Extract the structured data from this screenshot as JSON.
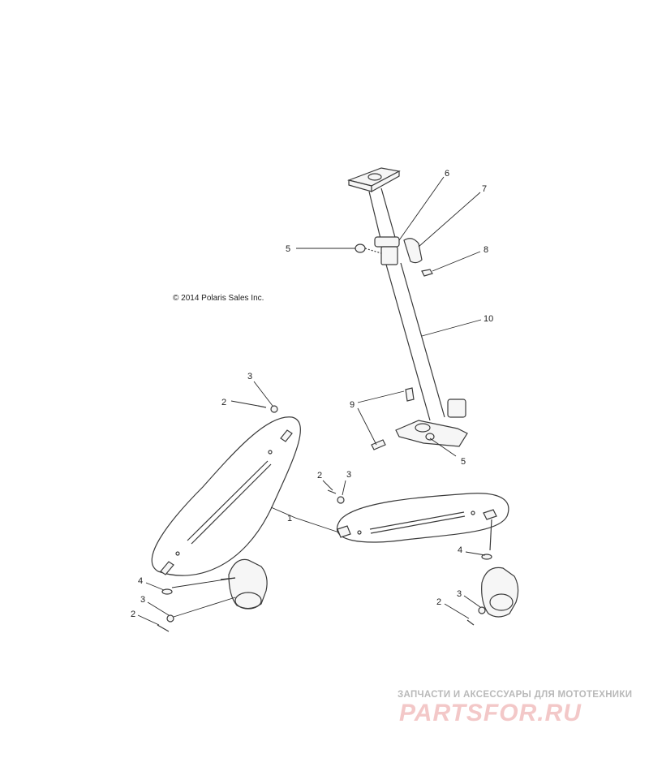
{
  "copyright": "© 2014 Polaris Sales Inc.",
  "callouts": {
    "c1": "1",
    "c2a": "2",
    "c2b": "2",
    "c2c": "2",
    "c2d": "2",
    "c3a": "3",
    "c3b": "3",
    "c3c": "3",
    "c3d": "3",
    "c4a": "4",
    "c4b": "4",
    "c5a": "5",
    "c5b": "5",
    "c6": "6",
    "c7": "7",
    "c8": "8",
    "c9": "9",
    "c10": "10"
  },
  "watermark": {
    "tagline": "ЗАПЧАСТИ И АКСЕССУАРЫ ДЛЯ МОТОТЕХНИКИ",
    "logo": "PARTSFOR.RU"
  },
  "colors": {
    "line": "#3a3a3a",
    "watermark_logo": "#f3c8c8",
    "watermark_text": "#b9b9b9"
  }
}
